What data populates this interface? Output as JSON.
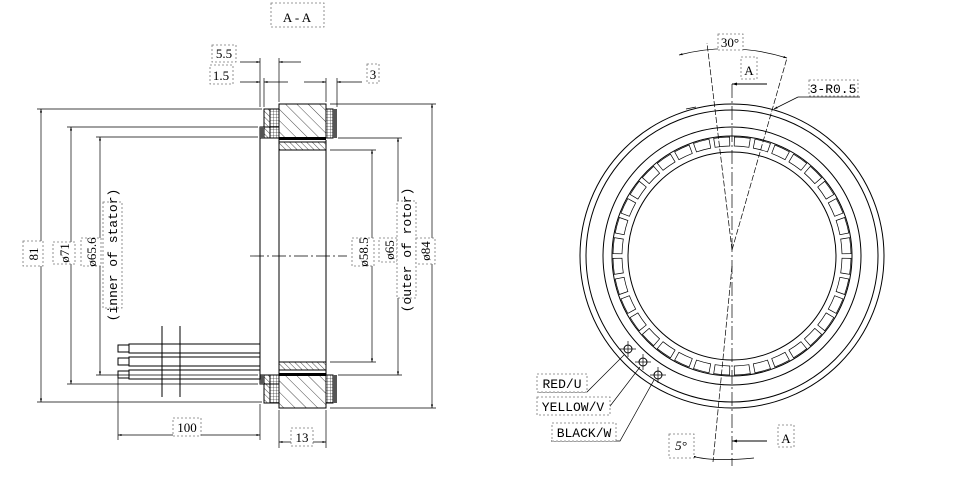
{
  "section_view": {
    "title": "A - A",
    "dims": {
      "d_5_5": "5.5",
      "d_1_5": "1.5",
      "d_3": "3",
      "d_81": "81",
      "d_71": "ø71",
      "d_65_6": "ø65.6",
      "inner_note": "(inner of stator)",
      "d_58_5": "ø58.5",
      "d_65": "ø65",
      "outer_note": "(outer of rotor)",
      "d_84": "ø84",
      "d_100": "100",
      "d_13": "13"
    }
  },
  "front_view": {
    "angle_30": "30°",
    "section_mark_top": "A",
    "section_mark_bottom": "A",
    "radius_note": "3-R0.5",
    "angle_5": "5°",
    "wires": [
      "RED/U",
      "YELLOW/V",
      "BLACK/W"
    ],
    "magnet_segments": 36
  },
  "colors": {
    "line": "#000000",
    "label_border": "#777777"
  }
}
